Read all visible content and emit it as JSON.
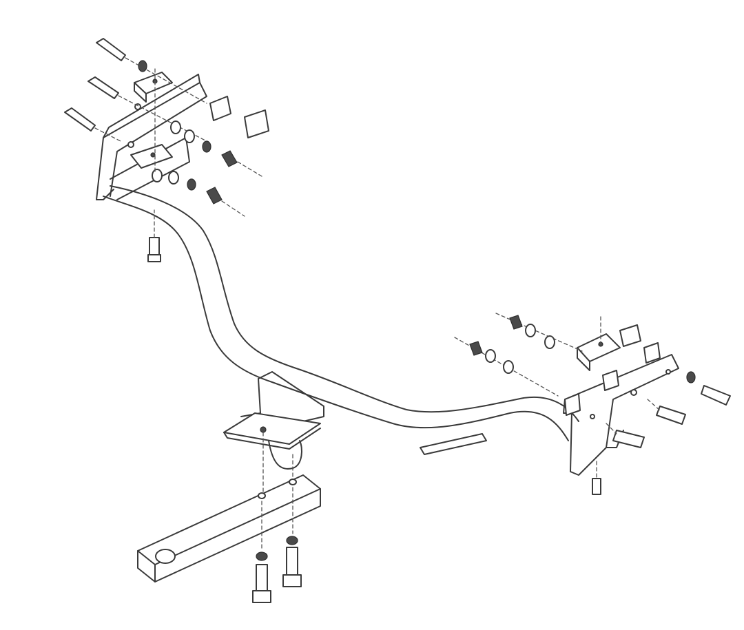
{
  "diagram": {
    "kind": "exploded-assembly",
    "line_color": "#3a3a3a",
    "background": "#ffffff",
    "parts": [
      {
        "id": "crossbar-tube",
        "icon": "hitch-crossbar"
      },
      {
        "id": "bracket-left",
        "icon": "mounting-bracket"
      },
      {
        "id": "bracket-right",
        "icon": "mounting-bracket"
      },
      {
        "id": "receiver-saddle",
        "icon": "saddle-plate"
      },
      {
        "id": "drawbar",
        "icon": "ball-mount-bar"
      },
      {
        "id": "fasteners",
        "icon": "bolt-washer-nut-set"
      }
    ]
  }
}
